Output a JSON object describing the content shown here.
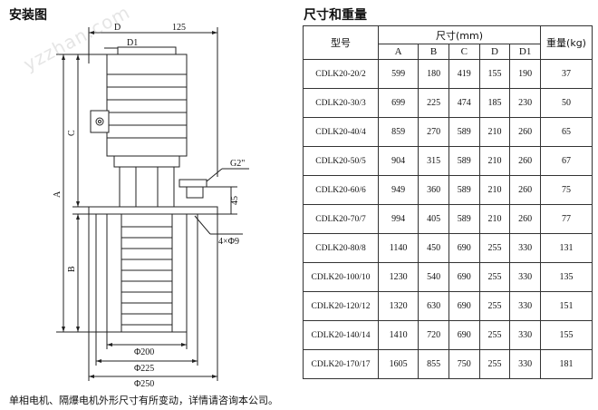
{
  "headings": {
    "drawing": "安装图",
    "table": "尺寸和重量"
  },
  "watermark": "yzzhan.com",
  "drawing_labels": {
    "D": "D",
    "D1": "D1",
    "top_width": "125",
    "C": "C",
    "A": "A",
    "B": "B",
    "G": "G2\"",
    "h45": "45",
    "holes": "4×Φ9",
    "d200": "Φ200",
    "d225": "Φ225",
    "d250": "Φ250"
  },
  "table": {
    "model_header": "型号",
    "dim_header": "尺寸(mm)",
    "weight_header": "重量(kg)",
    "dim_cols": [
      "A",
      "B",
      "C",
      "D",
      "D1"
    ],
    "rows": [
      {
        "model": "CDLK20-20/2",
        "A": "599",
        "B": "180",
        "C": "419",
        "D": "155",
        "D1": "190",
        "W": "37"
      },
      {
        "model": "CDLK20-30/3",
        "A": "699",
        "B": "225",
        "C": "474",
        "D": "185",
        "D1": "230",
        "W": "50"
      },
      {
        "model": "CDLK20-40/4",
        "A": "859",
        "B": "270",
        "C": "589",
        "D": "210",
        "D1": "260",
        "W": "65"
      },
      {
        "model": "CDLK20-50/5",
        "A": "904",
        "B": "315",
        "C": "589",
        "D": "210",
        "D1": "260",
        "W": "67"
      },
      {
        "model": "CDLK20-60/6",
        "A": "949",
        "B": "360",
        "C": "589",
        "D": "210",
        "D1": "260",
        "W": "75"
      },
      {
        "model": "CDLK20-70/7",
        "A": "994",
        "B": "405",
        "C": "589",
        "D": "210",
        "D1": "260",
        "W": "77"
      },
      {
        "model": "CDLK20-80/8",
        "A": "1140",
        "B": "450",
        "C": "690",
        "D": "255",
        "D1": "330",
        "W": "131"
      },
      {
        "model": "CDLK20-100/10",
        "A": "1230",
        "B": "540",
        "C": "690",
        "D": "255",
        "D1": "330",
        "W": "135"
      },
      {
        "model": "CDLK20-120/12",
        "A": "1320",
        "B": "630",
        "C": "690",
        "D": "255",
        "D1": "330",
        "W": "151"
      },
      {
        "model": "CDLK20-140/14",
        "A": "1410",
        "B": "720",
        "C": "690",
        "D": "255",
        "D1": "330",
        "W": "155"
      },
      {
        "model": "CDLK20-170/17",
        "A": "1605",
        "B": "855",
        "C": "750",
        "D": "255",
        "D1": "330",
        "W": "181"
      }
    ]
  },
  "footnote": "单相电机、隔爆电机外形尺寸有所变动，详情请咨询本公司。"
}
